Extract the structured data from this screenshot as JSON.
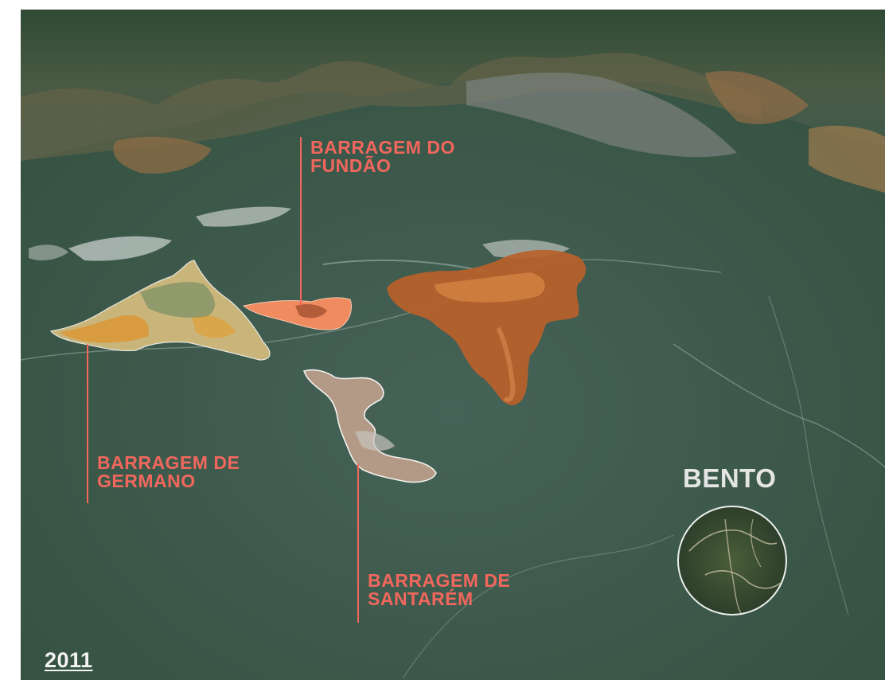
{
  "colors": {
    "label_red": "#f2675d",
    "label_white": "#e4e6e5",
    "fundao_reservoir": "#f08a5f",
    "germano_reservoir": "#d99a3c",
    "santarem_reservoir": "#b39a86",
    "mudslide": "#b8612a",
    "forest": "#3d5a4f"
  },
  "labels": {
    "fundao": {
      "line1": "BARRAGEM DO",
      "line2": "FUNDÃO"
    },
    "germano": {
      "line1": "BARRAGEM DE",
      "line2": "GERMANO"
    },
    "santarem": {
      "line1": "BARRAGEM DE",
      "line2": "SANTARÉM"
    },
    "bento": "BENTO"
  },
  "year": "2011"
}
